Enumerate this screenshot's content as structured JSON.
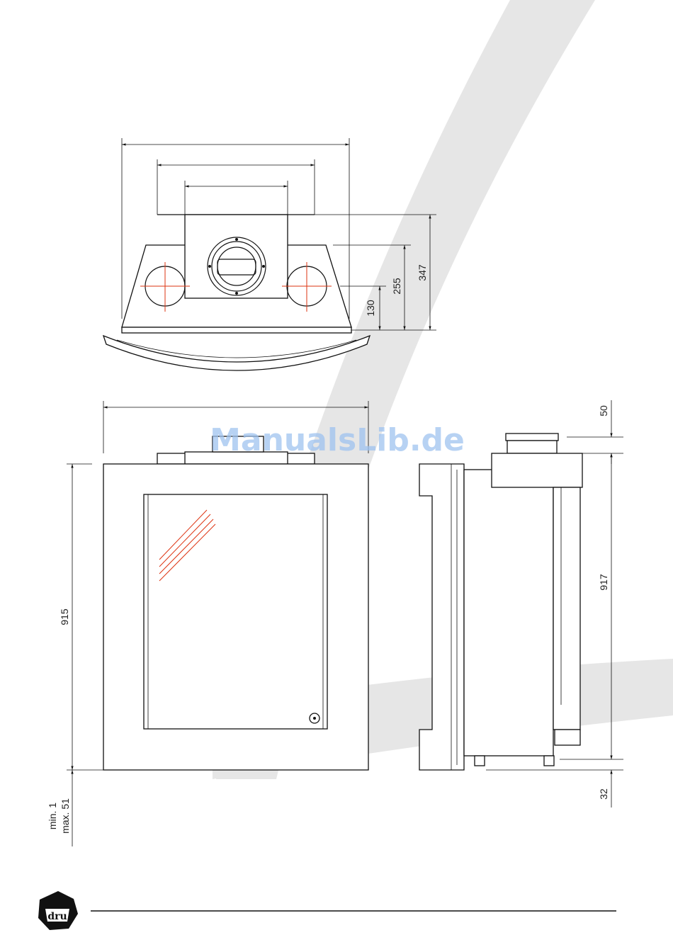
{
  "watermark": "ManualsLib.de",
  "logo": {
    "text": "dru"
  },
  "top_view": {
    "dim_height_total": "347",
    "dim_height_mid": "255",
    "dim_height_low": "130"
  },
  "front_view": {
    "dim_height": "915",
    "dim_floor_min": "min. 1",
    "dim_floor_max": "max. 51"
  },
  "side_view": {
    "dim_top": "50",
    "dim_height": "917",
    "dim_bottom": "32"
  }
}
